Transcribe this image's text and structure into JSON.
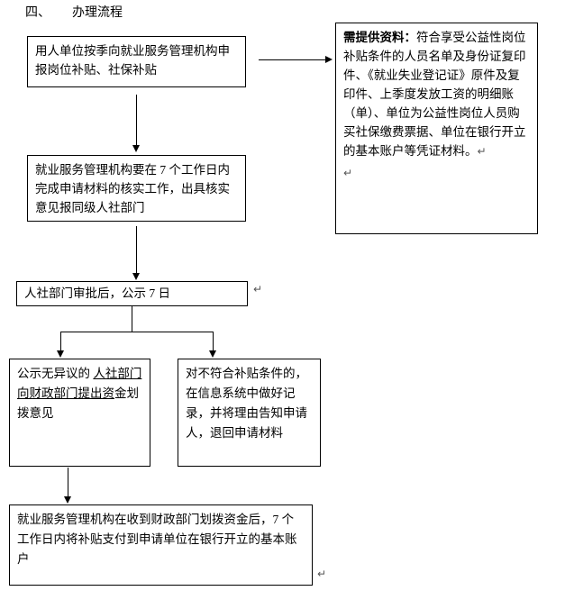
{
  "document": {
    "heading": {
      "number": "四、",
      "title": "办理流程"
    }
  },
  "boxes": {
    "apply": "用人单位按季向就业服务管理机构申报岗位补贴、社保补贴",
    "verify": "就业服务管理机构要在 7 个工作日内完成申请材料的核实工作，出具核实意见报同级人社部门",
    "publicity": "人社部门审批后，公示 7 日",
    "approved": {
      "pre": "公示无异议的 ",
      "underlined": "人社部门向财政部门提出资",
      "post": "金划拨意见"
    },
    "rejected": "对不符合补贴条件的，在信息系统中做好记录，并将理由告知申请人，退回申请材料",
    "payment": "就业服务管理机构在收到财政部门划拨资金后，7 个工作日内将补贴支付到申请单位在银行开立的基本账户"
  },
  "note": {
    "label": "需提供资料：",
    "body": "符合享受公益性岗位补贴条件的人员名单及身份证复印件、《就业失业登记证》原件及复印件、上季度发放工资的明细账（单）、单位为公益性岗位人员购买社保缴费票据、单位在银行开立的基本账户等凭证材料。",
    "paragraph_mark": "↵"
  },
  "marks": {
    "paragraph_mark": "↵"
  },
  "colors": {
    "text": "#000000",
    "border": "#000000",
    "paragraph_mark": "#555555",
    "background": "#ffffff"
  }
}
